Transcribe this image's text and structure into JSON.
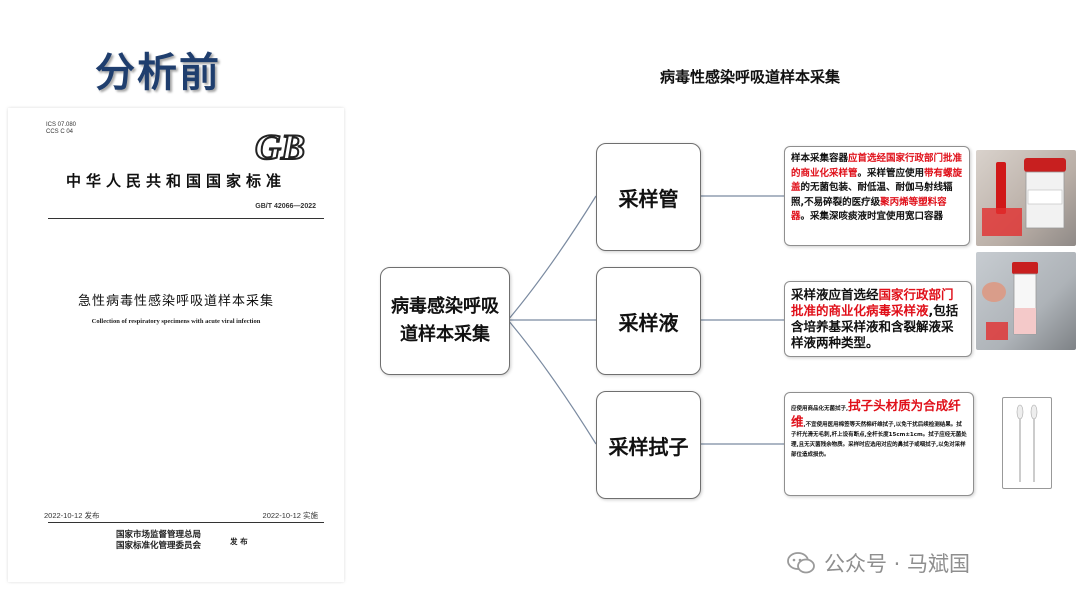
{
  "heading": "分析前",
  "standard_cover": {
    "ics": "ICS 07.080",
    "ccs": "CCS C 04",
    "logo_text": "GB",
    "org_title": "中华人民共和国国家标准",
    "number": "GB/T 42066—2022",
    "title_cn": "急性病毒性感染呼吸道样本采集",
    "title_en": "Collection of respiratory specimens with acute viral infection",
    "publish_date": "2022-10-12 发布",
    "implement_date": "2022-10-12 实施",
    "issuer_line1": "国家市场监督管理总局",
    "issuer_line2": "国家标准化管理委员会",
    "issuer_suffix": "发 布"
  },
  "diagram": {
    "title": "病毒性感染呼吸道样本采集",
    "root_line1": "病毒感染呼吸",
    "root_line2": "道样本采集",
    "branches": [
      {
        "label": "采样管",
        "desc": [
          {
            "t": "样本采集容器",
            "red": false
          },
          {
            "t": "应首选经国家行政部门批准的商业化采样管",
            "red": true
          },
          {
            "t": "。采样管应使用",
            "red": false
          },
          {
            "t": "带有螺旋盖",
            "red": true
          },
          {
            "t": "的无菌包装、耐低温、耐伽马射线辐照,不易碎裂的医疗级",
            "red": false
          },
          {
            "t": "聚丙烯等塑料容器",
            "red": true
          },
          {
            "t": "。采集深咳痰液时宜使用宽口容器",
            "red": false
          }
        ],
        "photo_label": "采样管图示"
      },
      {
        "label": "采样液",
        "desc": [
          {
            "t": "采样液应首选经",
            "red": false
          },
          {
            "t": "国家行政部门批准的商业化病毒采样液",
            "red": true
          },
          {
            "t": ",包括含培养基采样液和含裂解液采样液两种类型。",
            "red": false
          }
        ],
        "photo_label": "采样液图示"
      },
      {
        "label": "采样拭子",
        "desc_pre": "应使用商品化无菌拭子,",
        "desc_red": "拭子头材质为合成纤维",
        "desc_post": ",不宜使用医用棉签等天然棉纤维拭子,以免干扰后续检测结果。拭子杆光滑无毛刺,杆上设有断点,全杆长度15cm±1cm。拭子应经无菌处理,且无灭菌残余物质。采样时应选用对应的鼻拭子或咽拭子,以免对采样部位造成损伤。"
      }
    ]
  },
  "watermark": "公众号 · 马斌国",
  "colors": {
    "heading": "#1f3e6e",
    "highlight_red": "#e0101a",
    "connector": "#7a8aa0"
  }
}
